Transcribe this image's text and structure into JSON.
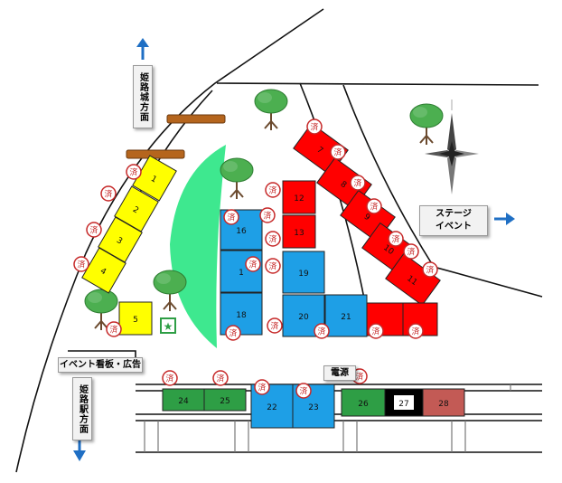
{
  "signs": {
    "himeji_castle": "姫路城方面",
    "himeji_station": "姫路駅方面",
    "stage_event_line1": "ステージ",
    "stage_event_line2": "イベント",
    "event_board": "イベント看板・広告",
    "power": "電源"
  },
  "stamp_text": "済",
  "colors": {
    "yellow": "#ffff00",
    "blue": "#1e9fe6",
    "red": "#ff0000",
    "green": "#2e9e45",
    "black": "#000000",
    "brown": "#c35a55",
    "lawn": "#3ee88f",
    "bench": "#b5651d",
    "arrow": "#1f6fc4"
  },
  "booths": {
    "b1": "1",
    "b2": "2",
    "b3": "3",
    "b4": "4",
    "b5": "5",
    "b7": "7",
    "b8": "8",
    "b9": "9",
    "b10": "10",
    "b11": "11",
    "b12": "12",
    "b13": "13",
    "b16": "16",
    "b17": "1",
    "b18": "18",
    "b19": "19",
    "b20": "20",
    "b21": "21",
    "b22": "22",
    "b23": "23",
    "b24": "24",
    "b25": "25",
    "b26": "26",
    "b27": "27",
    "b28": "28"
  }
}
